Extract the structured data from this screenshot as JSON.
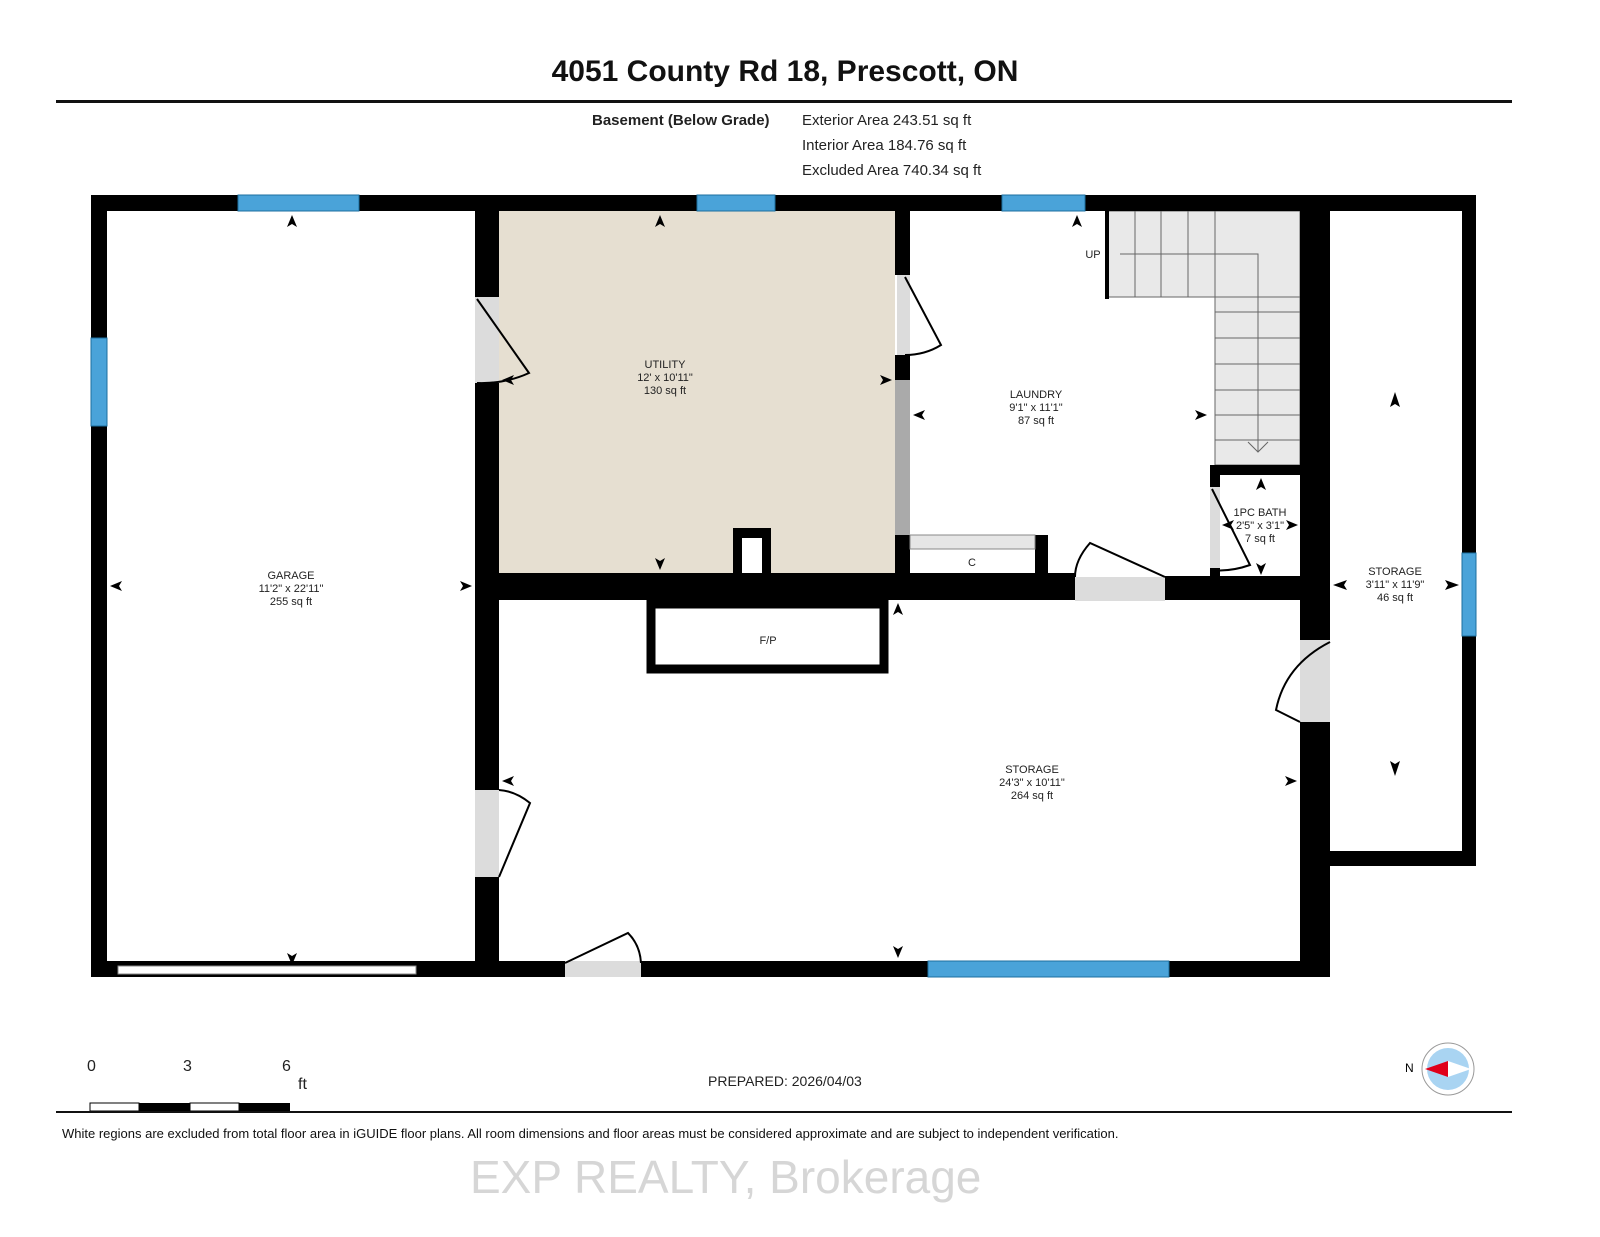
{
  "title": "4051 County Rd 18, Prescott, ON",
  "floor": {
    "name": "Basement (Below Grade)",
    "exterior_area": "Exterior Area 243.51 sq ft",
    "interior_area": "Interior Area 184.76 sq ft",
    "excluded_area": "Excluded Area 740.34 sq ft"
  },
  "rooms": [
    {
      "name": "GARAGE",
      "dims": "11'2\" x 22'11\"",
      "area": "255 sq ft"
    },
    {
      "name": "UTILITY",
      "dims": "12' x 10'11\"",
      "area": "130 sq ft"
    },
    {
      "name": "LAUNDRY",
      "dims": "9'1\" x 11'1\"",
      "area": "87 sq ft"
    },
    {
      "name": "1PC BATH",
      "dims": "2'5\" x 3'1\"",
      "area": "7 sq ft"
    },
    {
      "name": "STORAGE",
      "dims": "3'11\" x 11'9\"",
      "area": "46 sq ft"
    },
    {
      "name": "STORAGE",
      "dims": "24'3\" x 10'11\"",
      "area": "264 sq ft"
    }
  ],
  "labels": {
    "closet": "C",
    "fireplace": "F/P",
    "stairs": "UP"
  },
  "scale": {
    "ticks": [
      "0",
      "3",
      "6"
    ],
    "unit": "ft"
  },
  "compass": {
    "label": "N"
  },
  "prepared": "PREPARED: 2026/04/03",
  "disclaimer": "White regions are excluded from total floor area in iGUIDE floor plans. All room dimensions and floor areas must be considered approximate and are subject to independent verification.",
  "watermark": "EXP REALTY, Brokerage",
  "colors": {
    "wall": "#000000",
    "window": "#4aa3d9",
    "utility_fill": "#e6dfd1",
    "door": "#dcdcdc",
    "compass_red": "#e0001a",
    "compass_blue": "#a9d4f2"
  }
}
